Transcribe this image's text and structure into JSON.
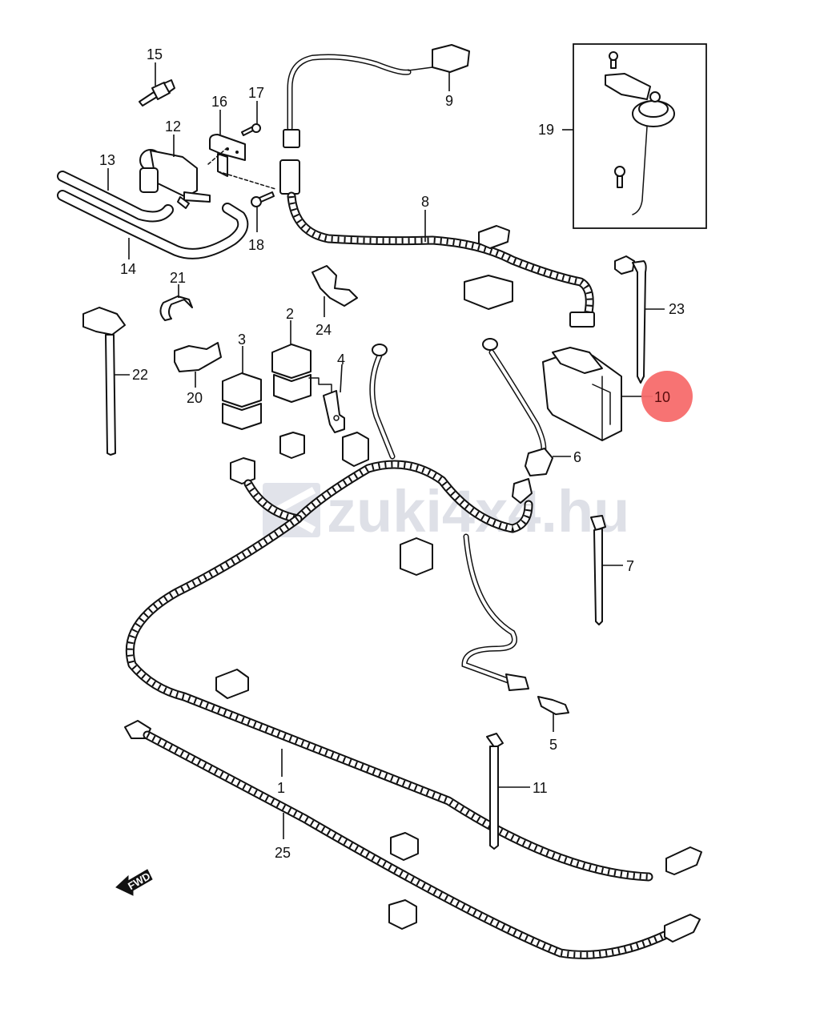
{
  "diagram": {
    "title": "Electrical wiring harness parts diagram",
    "watermark": "zuki4x4.hu",
    "direction_marker": "FWD",
    "highlight_color": "#f76b6b",
    "highlighted_part": "10",
    "callouts": {
      "p1": "1",
      "p2": "2",
      "p3": "3",
      "p4": "4",
      "p5": "5",
      "p6": "6",
      "p7": "7",
      "p8": "8",
      "p9": "9",
      "p10": "10",
      "p11": "11",
      "p12": "12",
      "p13": "13",
      "p14": "14",
      "p15": "15",
      "p16": "16",
      "p17": "17",
      "p18": "18",
      "p19": "19",
      "p20": "20",
      "p21": "21",
      "p22": "22",
      "p23": "23",
      "p24": "24",
      "p25": "25"
    }
  }
}
